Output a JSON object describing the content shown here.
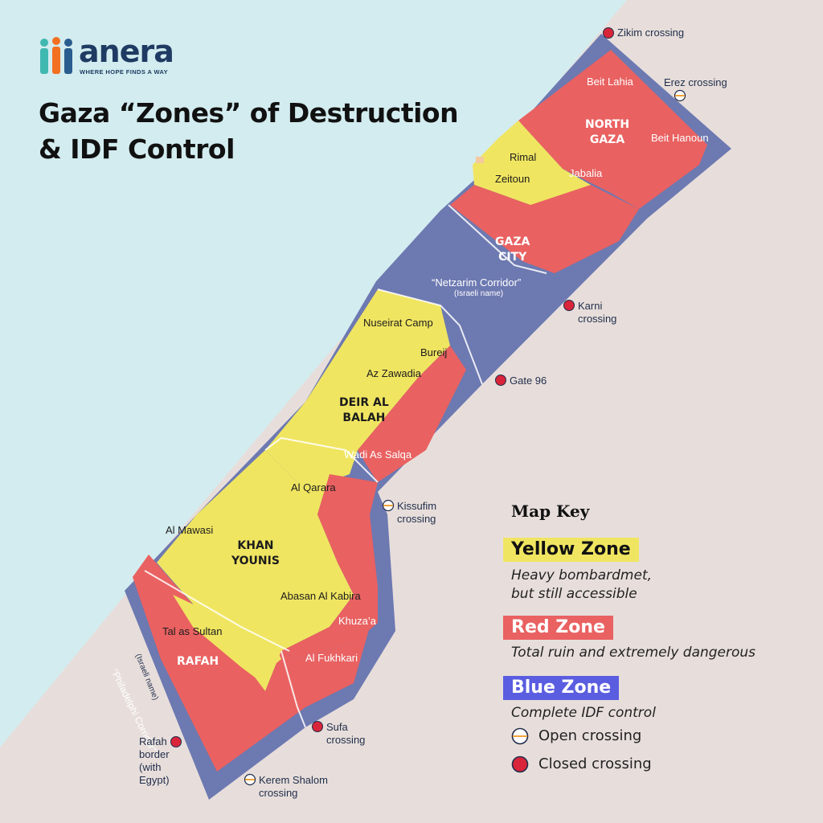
{
  "logo": {
    "wordmark": "anera",
    "tagline": "WHERE HOPE FINDS A WAY"
  },
  "title": {
    "line1": "Gaza “Zones” of Destruction",
    "line2": "& IDF Control"
  },
  "colors": {
    "sea": "#d3ecef",
    "land": "#e7dedb",
    "yellow_zone": "#f0e561",
    "red_zone": "#e96161",
    "blue_zone": "#6d79b1",
    "closed_crossing": "#d8253a",
    "open_crossing_line": "#f0a43a"
  },
  "regions": {
    "north_gaza": "NORTH\nGAZA",
    "gaza_city": "GAZA\nCITY",
    "deir_al_balah": "DEIR AL\nBALAH",
    "khan_younis": "KHAN\nYOUNIS",
    "rafah": "RAFAH"
  },
  "places": {
    "beit_lahia": "Beit Lahia",
    "beit_hanoun": "Beit Hanoun",
    "rimal": "Rimal",
    "jabalia": "Jabalia",
    "zeitoun": "Zeitoun",
    "netzarim": "“Netzarim Corridor”",
    "netzarim_note": "(Israeli name)",
    "nuseirat": "Nuseirat Camp",
    "bureij": "Bureij",
    "az_zawadia": "Az Zawadia",
    "wadi_as_salqa": "Wadi As Salqa",
    "al_qarara": "Al Qarara",
    "al_mawasi": "Al Mawasi",
    "abasan": "Abasan Al Kabira",
    "khuzaa": "Khuza’a",
    "tal_as_sultan": "Tal as Sultan",
    "al_fukhkari": "Al Fukhkari",
    "philadelphi": "“Philadelphi Corridor”",
    "philadelphi_note": "(Israeli name)"
  },
  "crossings": {
    "zikim": "Zikim crossing",
    "erez": "Erez crossing",
    "karni": "Karni\ncrossing",
    "gate96": "Gate 96",
    "kissufim": "Kissufim\ncrossing",
    "sufa": "Sufa\ncrossing",
    "kerem_shalom": "Kerem Shalom\ncrossing",
    "rafah_border": "Rafah\nborder\n(with\nEgypt)"
  },
  "key": {
    "title": "Map Key",
    "yellow_label": "Yellow Zone",
    "yellow_desc": "Heavy bombardmet,\nbut still accessible",
    "red_label": "Red Zone",
    "red_desc": "Total ruin and extremely dangerous",
    "blue_label": "Blue Zone",
    "blue_desc": "Complete IDF control",
    "open_label": "Open crossing",
    "closed_label": "Closed crossing"
  }
}
